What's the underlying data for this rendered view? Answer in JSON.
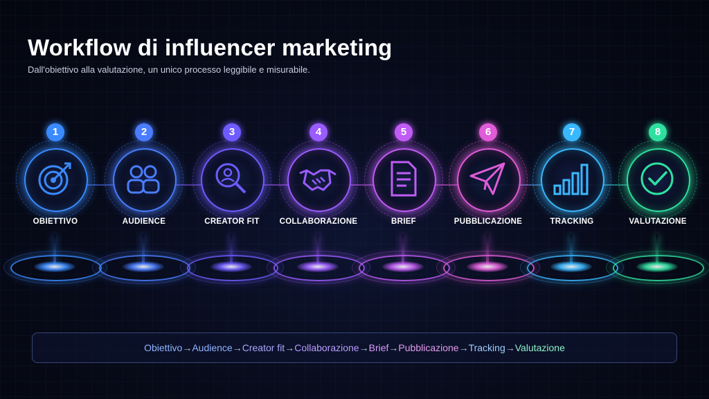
{
  "title": "Workflow di influencer marketing",
  "subtitle": "Dall'obiettivo alla valutazione, un unico processo leggibile e misurabile.",
  "steps": [
    {
      "number": "1",
      "label": "OBIETTIVO",
      "icon": "target-icon",
      "color": "#3a8bff"
    },
    {
      "number": "2",
      "label": "AUDIENCE",
      "icon": "people-icon",
      "color": "#4a7dff"
    },
    {
      "number": "3",
      "label": "CREATOR FIT",
      "icon": "profile-search-icon",
      "color": "#6f5cff"
    },
    {
      "number": "4",
      "label": "COLLABORAZIONE",
      "icon": "handshake-icon",
      "color": "#9b5cff"
    },
    {
      "number": "5",
      "label": "BRIEF",
      "icon": "document-icon",
      "color": "#c05cf5"
    },
    {
      "number": "6",
      "label": "PUBBLICAZIONE",
      "icon": "paper-plane-icon",
      "color": "#e05cd8"
    },
    {
      "number": "7",
      "label": "TRACKING",
      "icon": "bar-chart-icon",
      "color": "#3ab8ff"
    },
    {
      "number": "8",
      "label": "VALUTAZIONE",
      "icon": "check-circle-icon",
      "color": "#2fe0a0"
    }
  ],
  "summary": [
    {
      "text": "Obiettivo",
      "color": "#8fb4ff"
    },
    {
      "text": "Audience",
      "color": "#8fb4ff"
    },
    {
      "text": "Creator fit",
      "color": "#a8a8ff"
    },
    {
      "text": "Collaborazione",
      "color": "#b89cff"
    },
    {
      "text": "Brief",
      "color": "#d79cff"
    },
    {
      "text": "Pubblicazione",
      "color": "#e59cf0"
    },
    {
      "text": "Tracking",
      "color": "#9fd0ff"
    },
    {
      "text": "Valutazione",
      "color": "#8ff0c8"
    }
  ],
  "arrow_symbol": "→"
}
